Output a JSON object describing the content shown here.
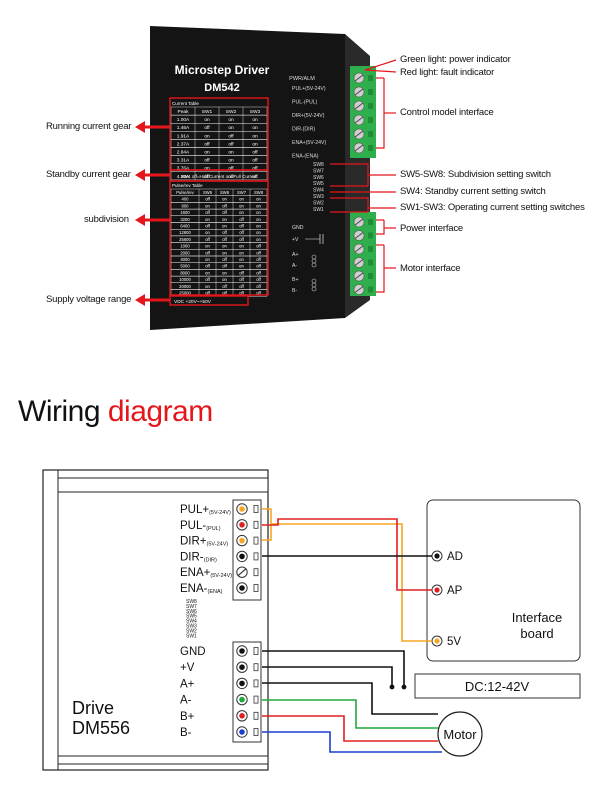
{
  "driver_unit": {
    "brand": "Microstep Driver",
    "model": "DM542",
    "pwr_alm": "PWR/ALM",
    "terminals": [
      "PUL+(5V-24V)",
      "PUL-(PUL)",
      "DIR+(5V-24V)",
      "DIR-(DIR)",
      "ENA+(5V-24V)",
      "ENA-(ENA)"
    ],
    "switches": [
      "SW8",
      "SW7",
      "SW6",
      "SW5",
      "SW4",
      "SW3",
      "SW2",
      "SW1"
    ],
    "power_terminals": [
      "GND",
      "+V",
      "A+",
      "A-",
      "B+",
      "B-"
    ],
    "current_table": {
      "title": "Current Table",
      "headers": [
        "Peak",
        "SW1",
        "SW2",
        "SW3"
      ],
      "rows": [
        [
          "1.00A",
          "on",
          "on",
          "on"
        ],
        [
          "1.46A",
          "off",
          "on",
          "on"
        ],
        [
          "1.91A",
          "on",
          "off",
          "on"
        ],
        [
          "2.37A",
          "off",
          "off",
          "on"
        ],
        [
          "2.84A",
          "on",
          "on",
          "off"
        ],
        [
          "3.31A",
          "off",
          "on",
          "off"
        ],
        [
          "3.76A",
          "on",
          "off",
          "off"
        ],
        [
          "4.20A",
          "off",
          "off",
          "off"
        ]
      ]
    },
    "standby_row": "SW4 off=Half Current  on=Full Current",
    "pulse_table": {
      "title": "Pulse/rev Table",
      "headers": [
        "Pulse/rev",
        "SW5",
        "SW6",
        "SW7",
        "SW8"
      ],
      "rows": [
        [
          "400",
          "off",
          "on",
          "on",
          "on"
        ],
        [
          "800",
          "on",
          "off",
          "on",
          "on"
        ],
        [
          "1600",
          "off",
          "off",
          "on",
          "on"
        ],
        [
          "3200",
          "on",
          "on",
          "off",
          "on"
        ],
        [
          "6400",
          "off",
          "on",
          "off",
          "on"
        ],
        [
          "12800",
          "on",
          "off",
          "off",
          "on"
        ],
        [
          "25600",
          "off",
          "off",
          "off",
          "on"
        ],
        [
          "1000",
          "on",
          "on",
          "on",
          "off"
        ],
        [
          "2000",
          "off",
          "on",
          "on",
          "off"
        ],
        [
          "4000",
          "on",
          "off",
          "on",
          "off"
        ],
        [
          "5000",
          "off",
          "off",
          "on",
          "off"
        ],
        [
          "8000",
          "on",
          "on",
          "off",
          "off"
        ],
        [
          "10000",
          "off",
          "on",
          "off",
          "off"
        ],
        [
          "20000",
          "on",
          "off",
          "off",
          "off"
        ],
        [
          "25000",
          "off",
          "off",
          "off",
          "off"
        ]
      ]
    },
    "voltage_row": "VDC +20V~+50V"
  },
  "left_callouts": {
    "running": "Running current gear",
    "standby": "Standby current gear",
    "subdivision": "subdivision",
    "supply": "Supply voltage range"
  },
  "right_callouts": {
    "green_light": "Green light: power indicator",
    "red_light": "Red light: fault indicator",
    "control": "Control model interface",
    "sw5_8": "SW5-SW8: Subdivision setting switch",
    "sw4": "SW4: Standby current setting switch",
    "sw1_3": "SW1-SW3: Operating current setting switches",
    "power": "Power interface",
    "motor": "Motor interface"
  },
  "wiring": {
    "title_part1": "Wiring ",
    "title_part2": "diagram",
    "drive_name": "Drive",
    "drive_model": "DM556",
    "signal_pins": [
      {
        "main": "PUL+",
        "sub": "(5V-24V)"
      },
      {
        "main": "PUL-",
        "sub": "(PUL)"
      },
      {
        "main": "DIR+",
        "sub": "(5V-24V)"
      },
      {
        "main": "DIR-",
        "sub": "(DIR)"
      },
      {
        "main": "ENA+",
        "sub": "(5V-24V)"
      },
      {
        "main": "ENA-",
        "sub": "(ENA)"
      }
    ],
    "switch_labels": [
      "SW8",
      "SW7",
      "SW6",
      "SW5",
      "SW4",
      "SW3",
      "SW2",
      "SW1"
    ],
    "power_pins": [
      "GND",
      "+V",
      "A+",
      "A-",
      "B+",
      "B-"
    ],
    "board_title_1": "Interface",
    "board_title_2": "board",
    "board_pins": [
      "AD",
      "AP",
      "5V"
    ],
    "dc_label": "DC:12-42V",
    "motor_label": "Motor"
  },
  "colors": {
    "arrow_red": "#e4161c",
    "terminal_green": "#2eaf4b",
    "wire_orange": "#f5a623",
    "wire_red": "#e02020",
    "wire_green": "#1faa3a",
    "wire_blue": "#1b3fcf",
    "wire_black": "#111111"
  }
}
